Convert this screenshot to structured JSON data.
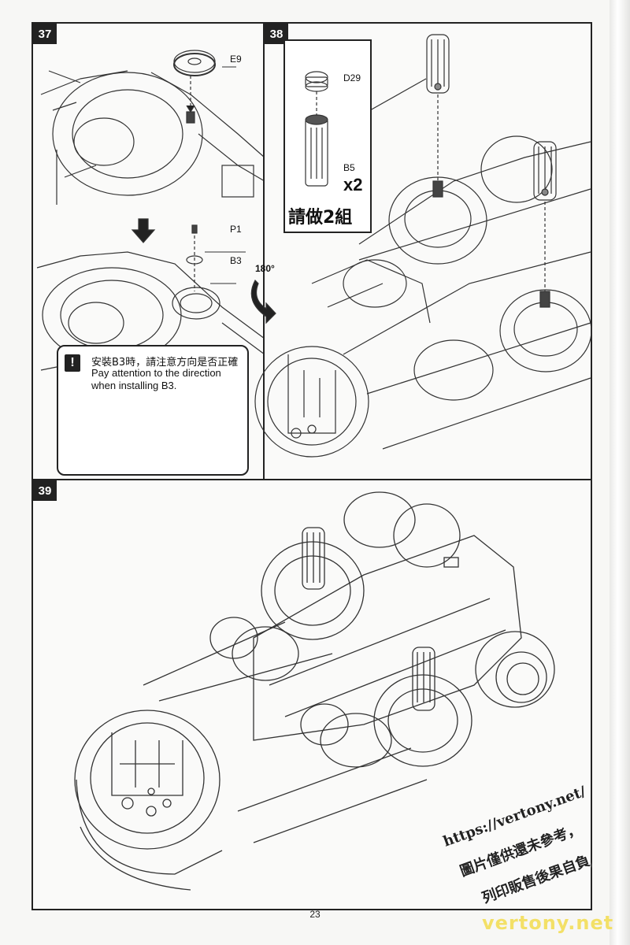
{
  "page": {
    "number": "23"
  },
  "steps": {
    "s37": {
      "num": "37",
      "labels": {
        "e9": "E9",
        "p1": "P1",
        "b3": "B3"
      },
      "note": {
        "icon": "!",
        "cn": "安裝B3時，請注意方向是否正確",
        "en": "Pay attention to the direction when installing B3."
      }
    },
    "s38": {
      "num": "38",
      "labels": {
        "d29": "D29",
        "b5": "B5"
      },
      "qty": "x2",
      "qty_cn": "請做2組",
      "rotate": "180°"
    },
    "s39": {
      "num": "39"
    }
  },
  "watermark": {
    "line1": "https://vertony.net/",
    "line2": "圖片僅供還未參考，",
    "line3": "列印販售後果自負",
    "logo": "vertony.net"
  }
}
